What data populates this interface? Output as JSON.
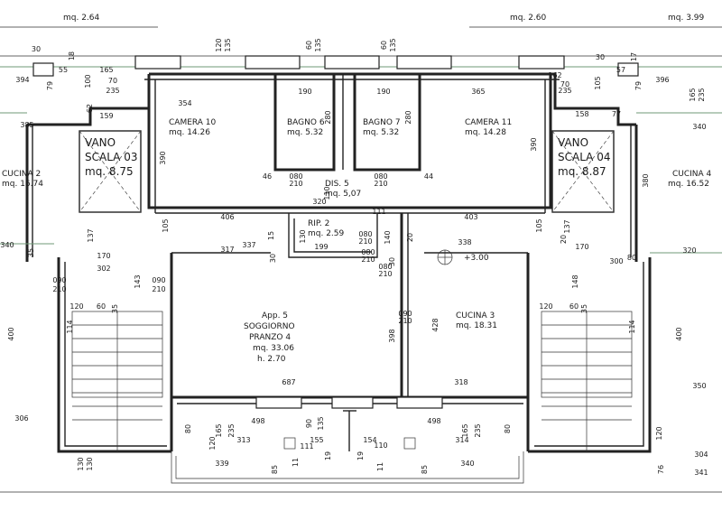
{
  "header_areas": [
    {
      "id": "h1",
      "text": "mq. 2.64"
    },
    {
      "id": "h2",
      "text": "mq. 2.60"
    },
    {
      "id": "h3",
      "text": "mq. 3.99"
    }
  ],
  "rooms": [
    {
      "id": "camera10",
      "lines": [
        "CAMERA 10",
        "mq. 14.26"
      ]
    },
    {
      "id": "bagno6",
      "lines": [
        "BAGNO 6",
        "mq. 5.32"
      ]
    },
    {
      "id": "bagno7",
      "lines": [
        "BAGNO 7",
        "mq. 5.32"
      ]
    },
    {
      "id": "camera11",
      "lines": [
        "CAMERA 11",
        "mq. 14.28"
      ]
    },
    {
      "id": "dis5",
      "lines": [
        "DIS. 5",
        "mq. 5,07"
      ]
    },
    {
      "id": "rip2",
      "lines": [
        "RIP. 2",
        "mq. 2.59"
      ]
    },
    {
      "id": "cucina2",
      "lines": [
        "CUCINA 2",
        "mq. 16.74"
      ]
    },
    {
      "id": "cucina4",
      "lines": [
        "CUCINA 4",
        "mq. 16.52"
      ]
    },
    {
      "id": "cucina3",
      "lines": [
        "CUCINA 3",
        "mq. 18.31"
      ]
    },
    {
      "id": "soggiorno",
      "lines": [
        "App. 5",
        "SOGGIORNO",
        "PRANZO 4",
        "mq. 33.06",
        "h. 2.70"
      ]
    }
  ],
  "stairwells": [
    {
      "id": "vano03",
      "lines": [
        "VANO",
        "SCALA 03",
        "mq. 8.75"
      ]
    },
    {
      "id": "vano04",
      "lines": [
        "VANO",
        "SCALA 04",
        "mq. 8.87"
      ]
    }
  ],
  "level_mark": "+3.00",
  "dimensions": [
    "30",
    "55",
    "18",
    "165",
    "394",
    "79",
    "100",
    "70",
    "235",
    "62",
    "159",
    "354",
    "385",
    "120",
    "135",
    "60",
    "135",
    "60",
    "135",
    "190",
    "190",
    "365",
    "280",
    "280",
    "162",
    "70",
    "105",
    "235",
    "79",
    "396",
    "165",
    "235",
    "57",
    "17",
    "30",
    "158",
    "77",
    "390",
    "390",
    "380",
    "340",
    "46",
    "080",
    "210",
    "110",
    "080",
    "210",
    "44",
    "320",
    "111",
    "406",
    "403",
    "105",
    "105",
    "130",
    "080",
    "210",
    "140",
    "20",
    "137",
    "137",
    "15",
    "317",
    "337",
    "199",
    "338",
    "35",
    "340",
    "30",
    "170",
    "170",
    "300",
    "320",
    "80",
    "302",
    "143",
    "090",
    "210",
    "090",
    "210",
    "080",
    "210",
    "090",
    "210",
    "120",
    "60",
    "35",
    "120",
    "60",
    "35",
    "428",
    "398",
    "400",
    "114",
    "148",
    "114",
    "400",
    "687",
    "318",
    "350",
    "306",
    "80",
    "165",
    "235",
    "498",
    "90",
    "135",
    "498",
    "80",
    "165",
    "235",
    "120",
    "313",
    "155",
    "154",
    "314",
    "111",
    "110",
    "339",
    "340",
    "304",
    "341",
    "130",
    "130",
    "85",
    "85",
    "120",
    "76",
    "19",
    "11",
    "19",
    "11",
    "080",
    "210",
    "30",
    "20"
  ]
}
